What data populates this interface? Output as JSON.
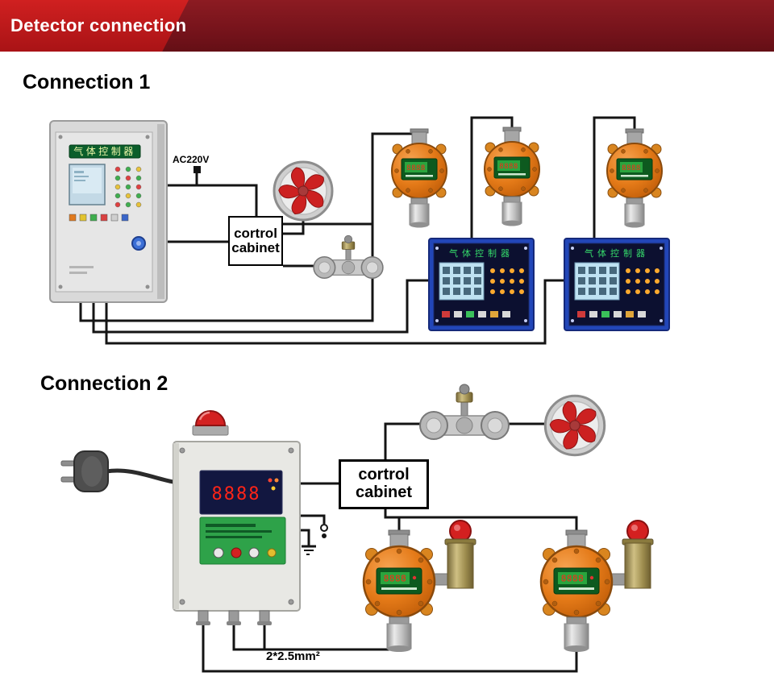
{
  "banner": {
    "title": "Detector connection"
  },
  "colors": {
    "banner_red": "#c31718",
    "banner_dark": "#7c151c",
    "detector_orange": "#e0761a",
    "panel_blue": "#2246b8",
    "wire": "#141414"
  },
  "c1": {
    "title": "Connection 1",
    "ac_label": "AC220V",
    "controller_cn": "气体控制器",
    "cabinet_line1": "cortrol",
    "cabinet_line2": "cabinet",
    "detector_display": "8888"
  },
  "c2": {
    "title": "Connection 2",
    "cabinet_line1": "cortrol",
    "cabinet_line2": "cabinet",
    "display_value": "8888",
    "detector_display": "8888",
    "wire_spec": "2*2.5mm²"
  }
}
